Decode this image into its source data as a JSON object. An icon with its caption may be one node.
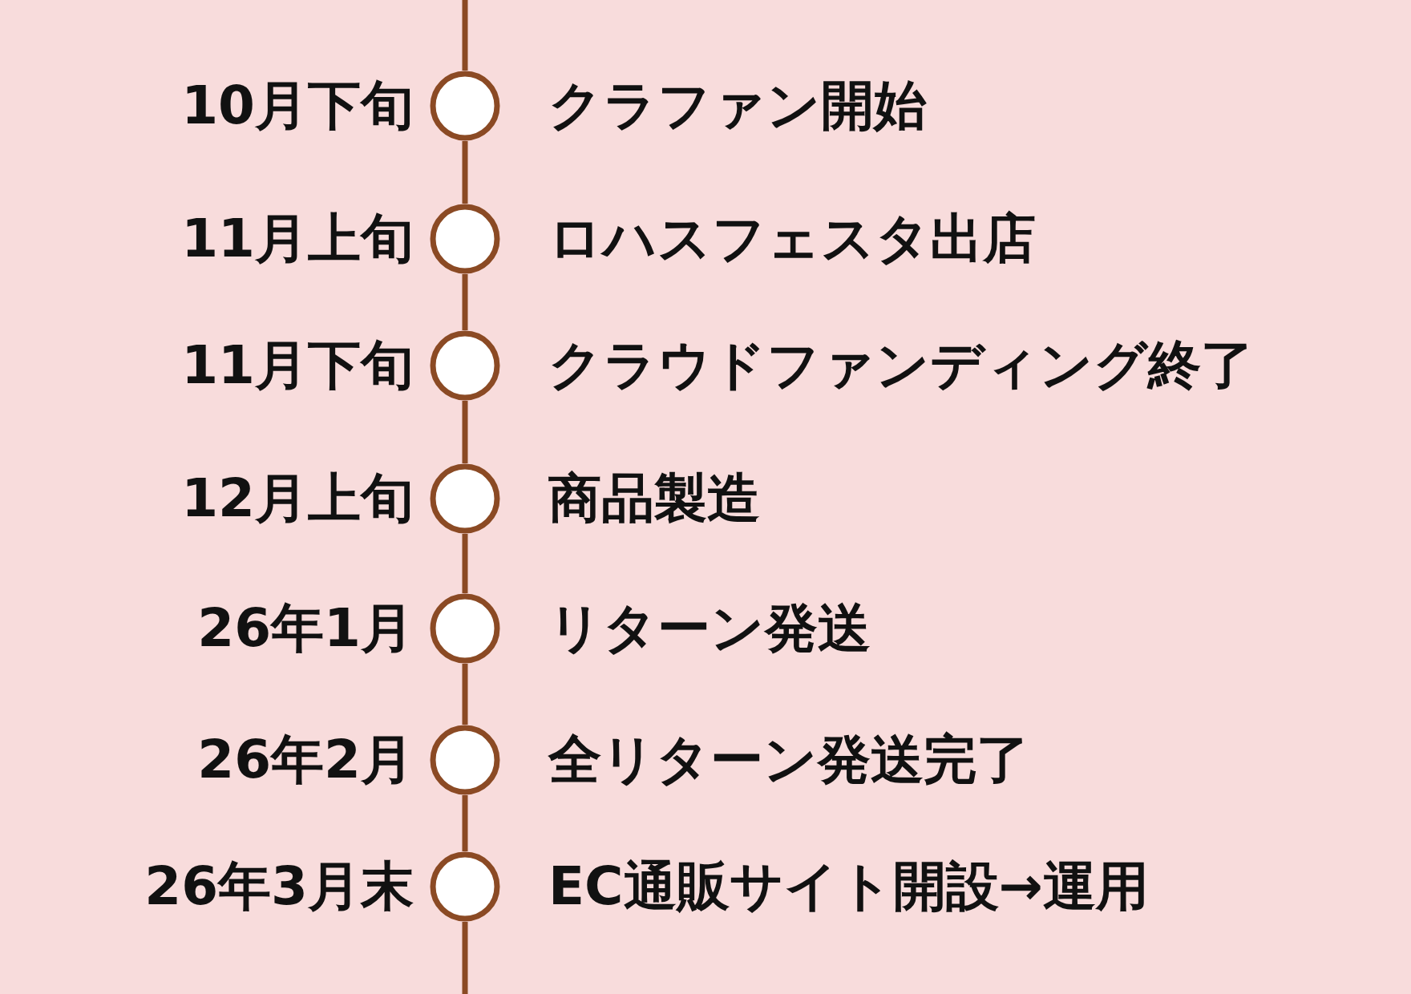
{
  "diagram": {
    "nodes": [
      {
        "text": [],
        "shape": "circle",
        "beside": [
          "10月下旬",
          "クラファン開始"
        ]
      },
      {
        "text": [],
        "shape": "circle",
        "beside": [
          "11月上旬",
          "ロハスフェスタ出店"
        ]
      },
      {
        "text": [],
        "shape": "circle",
        "beside": [
          "11月下旬",
          "クラウドファンディング終了"
        ]
      },
      {
        "text": [],
        "shape": "circle",
        "beside": [
          "12月上旬",
          "商品製造"
        ]
      },
      {
        "text": [],
        "shape": "circle",
        "beside": [
          "26年1月",
          "リターン発送"
        ]
      },
      {
        "text": [],
        "shape": "circle",
        "beside": [
          "26年2月",
          "全リターン発送完了"
        ]
      },
      {
        "text": [],
        "shape": "circle",
        "beside": [
          "26年3月末",
          "EC通販サイト開設→運用"
        ]
      }
    ],
    "edges": [
      {
        "from": null,
        "to": 0,
        "arrow": "none"
      },
      {
        "from": 0,
        "to": 1,
        "arrow": "none"
      },
      {
        "from": 1,
        "to": 2,
        "arrow": "none"
      },
      {
        "from": 2,
        "to": 3,
        "arrow": "none"
      },
      {
        "from": 3,
        "to": 4,
        "arrow": "none"
      },
      {
        "from": 4,
        "to": 5,
        "arrow": "none"
      },
      {
        "from": 5,
        "to": 6,
        "arrow": "none"
      },
      {
        "from": 6,
        "to": null,
        "arrow": "none"
      }
    ]
  }
}
